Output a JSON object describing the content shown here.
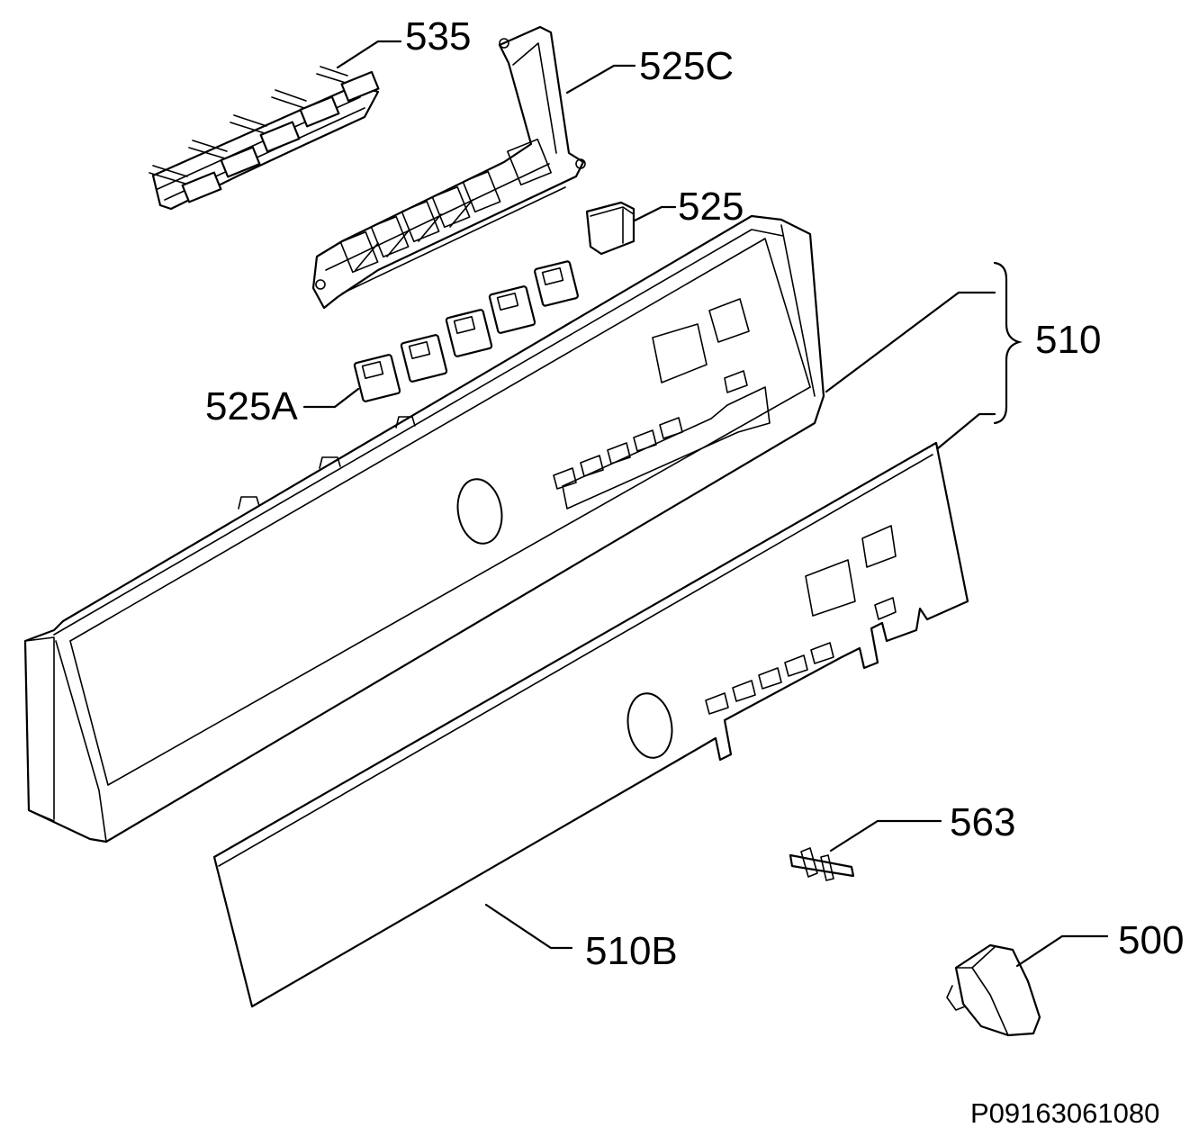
{
  "callouts": {
    "c535": "535",
    "c525c": "525C",
    "c525": "525",
    "c510": "510",
    "c525a": "525A",
    "c563": "563",
    "c510b": "510B",
    "c500": "500"
  },
  "drawing_code": "P09163061080"
}
